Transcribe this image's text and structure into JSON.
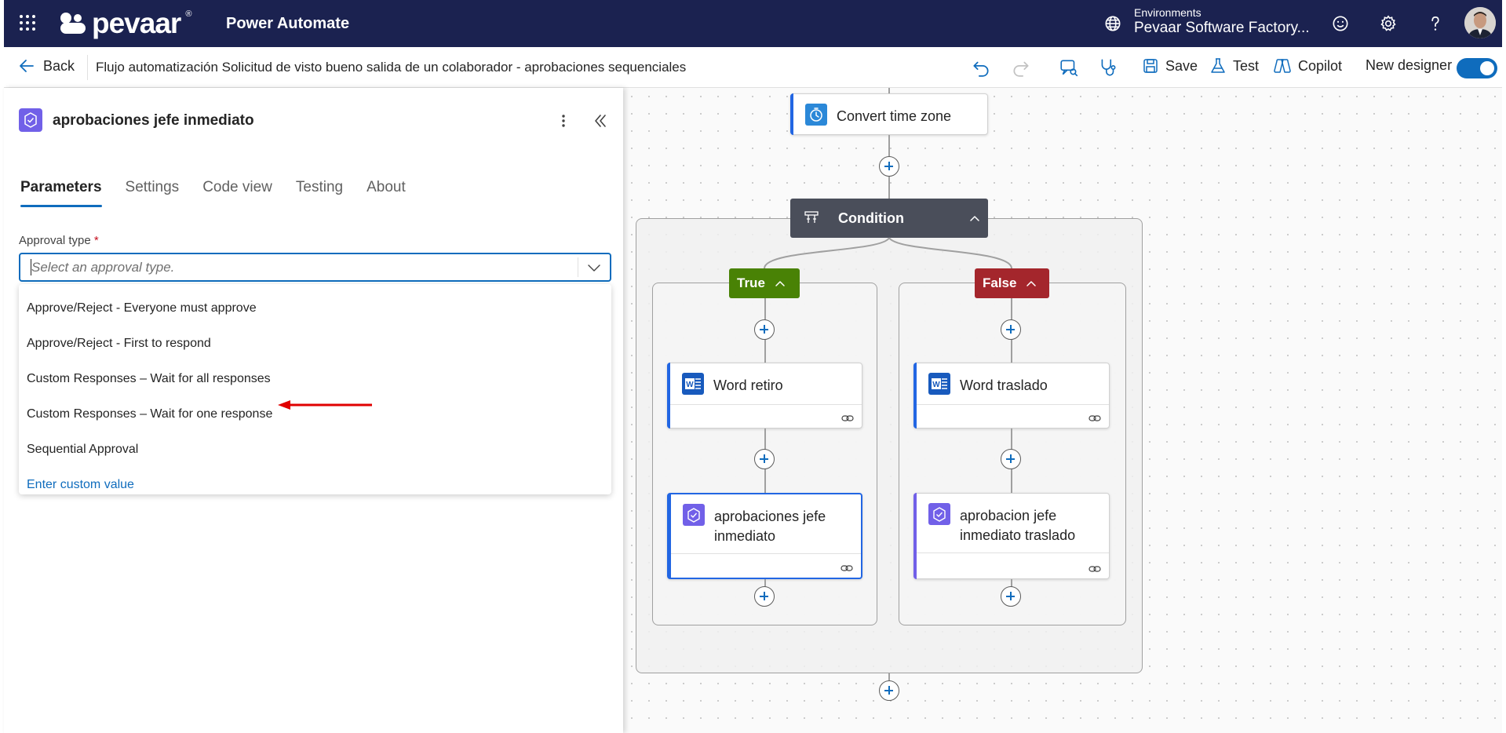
{
  "topbar": {
    "logo_text": "pevaar",
    "logo_reg": "®",
    "app_name": "Power Automate",
    "env_label": "Environments",
    "env_name": "Pevaar Software Factory..."
  },
  "command_bar": {
    "back_label": "Back",
    "flow_title": "Flujo automatización Solicitud de visto bueno salida de un colaborador - aprobaciones sequenciales",
    "save_label": "Save",
    "test_label": "Test",
    "copilot_label": "Copilot",
    "new_designer_label": "New designer",
    "new_designer_on": true
  },
  "panel": {
    "title": "aprobaciones jefe inmediato",
    "tabs": [
      {
        "label": "Parameters",
        "active": true
      },
      {
        "label": "Settings"
      },
      {
        "label": "Code view"
      },
      {
        "label": "Testing"
      },
      {
        "label": "About"
      }
    ],
    "field_label": "Approval type",
    "required_mark": "*",
    "placeholder": "Select an approval type.",
    "options": [
      "Approve/Reject - Everyone must approve",
      "Approve/Reject - First to respond",
      "Custom Responses – Wait for all responses",
      "Custom Responses – Wait for one response",
      "Sequential Approval"
    ],
    "custom_value": "Enter custom value"
  },
  "canvas": {
    "convert_card": "Convert time zone",
    "condition_label": "Condition",
    "true_label": "True",
    "false_label": "False",
    "true_card_1": "Word retiro",
    "true_card_2_l1": "aprobaciones jefe",
    "true_card_2_l2": "inmediato",
    "false_card_1": "Word traslado",
    "false_card_2_l1": "aprobacion jefe",
    "false_card_2_l2": "inmediato traslado"
  },
  "colors": {
    "topbar_bg": "#1b2250",
    "accent": "#0f6cbd",
    "true_green": "#498205",
    "false_red": "#a4262c",
    "approval_purple": "#7160e8",
    "word_blue": "#185abd"
  }
}
